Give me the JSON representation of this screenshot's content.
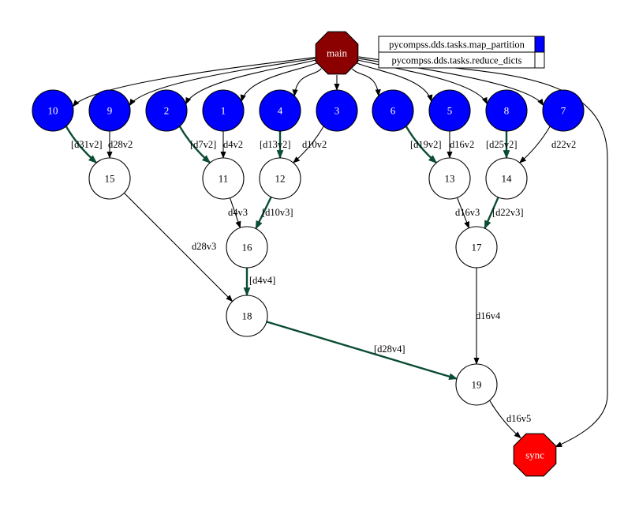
{
  "graph": {
    "legend": [
      {
        "label": "pycompss.dds.tasks.map_partition",
        "color": "#0000ff"
      },
      {
        "label": "pycompss.dds.tasks.reduce_dicts",
        "color": "#ffffff"
      }
    ],
    "nodes": [
      {
        "id": "main",
        "label": "main",
        "shape": "octagon",
        "fill": "#8b0000",
        "text": "#ffffff"
      },
      {
        "id": "10",
        "label": "10",
        "shape": "circle",
        "fill": "#0000ff",
        "text": "#ffffff"
      },
      {
        "id": "9",
        "label": "9",
        "shape": "circle",
        "fill": "#0000ff",
        "text": "#ffffff"
      },
      {
        "id": "2",
        "label": "2",
        "shape": "circle",
        "fill": "#0000ff",
        "text": "#ffffff"
      },
      {
        "id": "1",
        "label": "1",
        "shape": "circle",
        "fill": "#0000ff",
        "text": "#ffffff"
      },
      {
        "id": "4",
        "label": "4",
        "shape": "circle",
        "fill": "#0000ff",
        "text": "#ffffff"
      },
      {
        "id": "3",
        "label": "3",
        "shape": "circle",
        "fill": "#0000ff",
        "text": "#ffffff"
      },
      {
        "id": "6",
        "label": "6",
        "shape": "circle",
        "fill": "#0000ff",
        "text": "#ffffff"
      },
      {
        "id": "5",
        "label": "5",
        "shape": "circle",
        "fill": "#0000ff",
        "text": "#ffffff"
      },
      {
        "id": "8",
        "label": "8",
        "shape": "circle",
        "fill": "#0000ff",
        "text": "#ffffff"
      },
      {
        "id": "7",
        "label": "7",
        "shape": "circle",
        "fill": "#0000ff",
        "text": "#ffffff"
      },
      {
        "id": "15",
        "label": "15",
        "shape": "circle",
        "fill": "#ffffff",
        "text": "#000000"
      },
      {
        "id": "11",
        "label": "11",
        "shape": "circle",
        "fill": "#ffffff",
        "text": "#000000"
      },
      {
        "id": "12",
        "label": "12",
        "shape": "circle",
        "fill": "#ffffff",
        "text": "#000000"
      },
      {
        "id": "13",
        "label": "13",
        "shape": "circle",
        "fill": "#ffffff",
        "text": "#000000"
      },
      {
        "id": "14",
        "label": "14",
        "shape": "circle",
        "fill": "#ffffff",
        "text": "#000000"
      },
      {
        "id": "16",
        "label": "16",
        "shape": "circle",
        "fill": "#ffffff",
        "text": "#000000"
      },
      {
        "id": "17",
        "label": "17",
        "shape": "circle",
        "fill": "#ffffff",
        "text": "#000000"
      },
      {
        "id": "18",
        "label": "18",
        "shape": "circle",
        "fill": "#ffffff",
        "text": "#000000"
      },
      {
        "id": "19",
        "label": "19",
        "shape": "circle",
        "fill": "#ffffff",
        "text": "#000000"
      },
      {
        "id": "sync",
        "label": "sync",
        "shape": "octagon",
        "fill": "#ff0000",
        "text": "#ffffff"
      }
    ],
    "edges": [
      {
        "from": "main",
        "to": "10",
        "label": "",
        "bold": false
      },
      {
        "from": "main",
        "to": "9",
        "label": "",
        "bold": false
      },
      {
        "from": "main",
        "to": "2",
        "label": "",
        "bold": false
      },
      {
        "from": "main",
        "to": "1",
        "label": "",
        "bold": false
      },
      {
        "from": "main",
        "to": "4",
        "label": "",
        "bold": false
      },
      {
        "from": "main",
        "to": "3",
        "label": "",
        "bold": false
      },
      {
        "from": "main",
        "to": "6",
        "label": "",
        "bold": false
      },
      {
        "from": "main",
        "to": "5",
        "label": "",
        "bold": false
      },
      {
        "from": "main",
        "to": "8",
        "label": "",
        "bold": false
      },
      {
        "from": "main",
        "to": "7",
        "label": "",
        "bold": false
      },
      {
        "from": "main",
        "to": "sync",
        "label": "",
        "bold": false
      },
      {
        "from": "10",
        "to": "15",
        "label": "[d31v2]",
        "bold": true
      },
      {
        "from": "9",
        "to": "15",
        "label": "d28v2",
        "bold": false
      },
      {
        "from": "2",
        "to": "11",
        "label": "[d7v2]",
        "bold": true
      },
      {
        "from": "1",
        "to": "11",
        "label": "d4v2",
        "bold": false
      },
      {
        "from": "4",
        "to": "12",
        "label": "[d13v2]",
        "bold": true
      },
      {
        "from": "3",
        "to": "12",
        "label": "d10v2",
        "bold": false
      },
      {
        "from": "6",
        "to": "13",
        "label": "[d19v2]",
        "bold": true
      },
      {
        "from": "5",
        "to": "13",
        "label": "d16v2",
        "bold": false
      },
      {
        "from": "8",
        "to": "14",
        "label": "[d25v2]",
        "bold": true
      },
      {
        "from": "7",
        "to": "14",
        "label": "d22v2",
        "bold": false
      },
      {
        "from": "11",
        "to": "16",
        "label": "d4v3",
        "bold": false
      },
      {
        "from": "12",
        "to": "16",
        "label": "[d10v3]",
        "bold": true
      },
      {
        "from": "13",
        "to": "17",
        "label": "d16v3",
        "bold": false
      },
      {
        "from": "14",
        "to": "17",
        "label": "[d22v3]",
        "bold": true
      },
      {
        "from": "15",
        "to": "18",
        "label": "d28v3",
        "bold": false
      },
      {
        "from": "16",
        "to": "18",
        "label": "[d4v4]",
        "bold": true
      },
      {
        "from": "17",
        "to": "19",
        "label": "d16v4",
        "bold": false
      },
      {
        "from": "18",
        "to": "19",
        "label": "[d28v4]",
        "bold": true
      },
      {
        "from": "19",
        "to": "sync",
        "label": "d16v5",
        "bold": false
      }
    ]
  }
}
